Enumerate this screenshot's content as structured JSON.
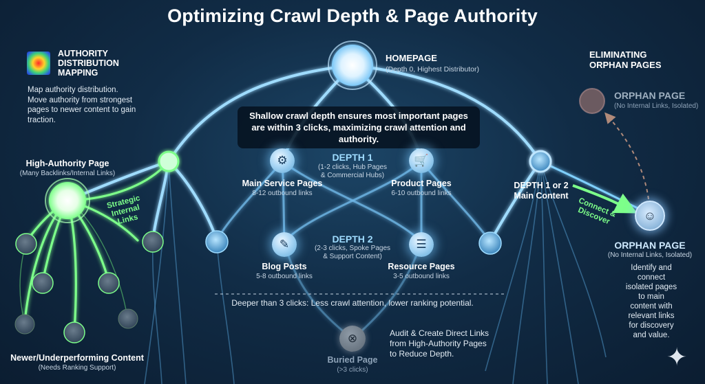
{
  "title": "Optimizing Crawl Depth & Page Authority",
  "homepage": {
    "label": "HOMEPAGE",
    "sub": "(Depth 0, Highest Distributor)"
  },
  "callout": "Shallow crawl depth ensures most important pages are within 3 clicks, maximizing crawl attention and authority.",
  "authority_mapping": {
    "heading_lines": [
      "AUTHORITY",
      "DISTRIBUTION",
      "MAPPING"
    ],
    "body_lines": [
      "Map authority distribution.",
      "Move authority from strongest",
      "pages to newer content to gain",
      "traction."
    ]
  },
  "high_authority": {
    "label": "High-Authority Page",
    "sub": "(Many Backlinks/Internal Links)"
  },
  "strategic_links_lines": [
    "Strategic",
    "Internal",
    "Links"
  ],
  "newer_content": {
    "label": "Newer/Underperforming Content",
    "sub": "(Needs Ranking Support)"
  },
  "depth1": {
    "label": "DEPTH 1",
    "sub_lines": [
      "(1-2 clicks, Hub Pages",
      "& Commercial Hubs)"
    ],
    "main_service": {
      "label": "Main Service Pages",
      "sub": "8-12 outbound links",
      "icon": "gears-icon"
    },
    "product": {
      "label": "Product Pages",
      "sub": "6-10 outbound links",
      "icon": "cart-icon"
    }
  },
  "depth2": {
    "label": "DEPTH 2",
    "sub_lines": [
      "(2-3 clicks, Spoke Pages",
      "& Support Content)"
    ],
    "blog": {
      "label": "Blog Posts",
      "sub": "5-8 outbound links",
      "icon": "document-icon"
    },
    "resource": {
      "label": "Resource Pages",
      "sub": "3-5 outbound links",
      "icon": "stack-icon"
    }
  },
  "depth_1_or_2_lines": [
    "DEPTH 1 or 2",
    "Main Content"
  ],
  "deeper_note": "Deeper than 3 clicks: Less crawl attention, lower ranking potential.",
  "buried": {
    "label": "Buried Page",
    "sub": "(>3 clicks)",
    "icon": "magnifier-x-icon"
  },
  "audit_lines": [
    "Audit & Create Direct Links",
    "from High-Authority Pages",
    "to Reduce Depth."
  ],
  "eliminating_lines": [
    "ELIMINATING",
    "ORPHAN PAGES"
  ],
  "orphan_top": {
    "label": "ORPHAN PAGE",
    "sub": "(No Internal Links, Isolated)"
  },
  "connect_lines": [
    "Connect &",
    "Discover"
  ],
  "orphan_bottom": {
    "label": "ORPHAN PAGE",
    "sub": "(No Internal Links, Isolated)",
    "icon": "ghost-icon",
    "body_lines": [
      "Identify and connect",
      "isolated pages to main",
      "content with relevant links",
      "for discovery and value."
    ]
  },
  "colors": {
    "blue_link": "#7fd0ff",
    "green_link": "#7dff8a",
    "background": "#112c46"
  }
}
